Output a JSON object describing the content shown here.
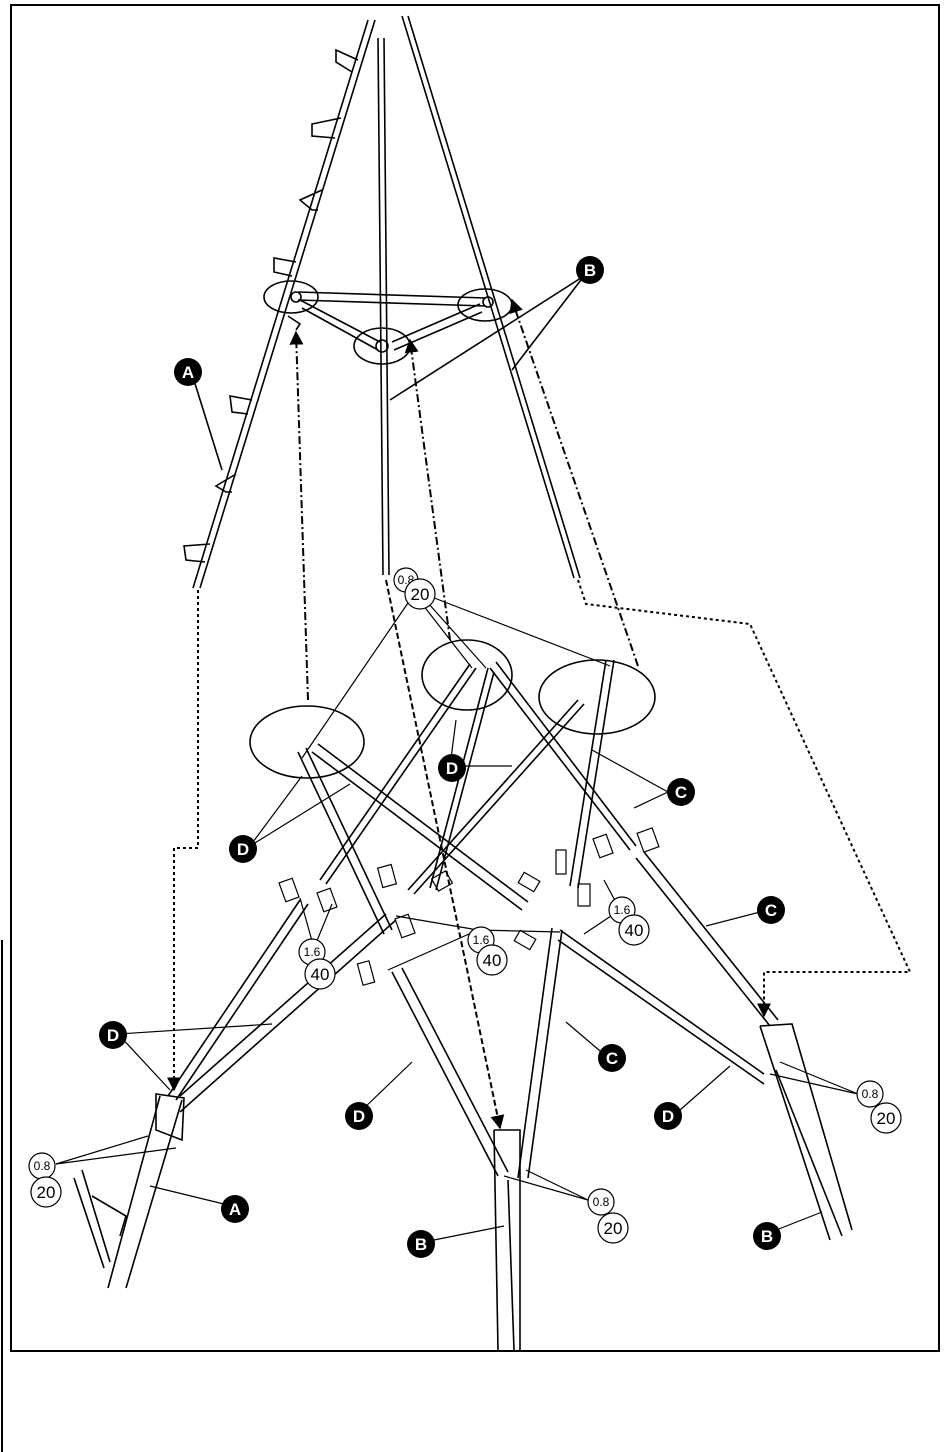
{
  "diagram": {
    "part_labels": {
      "A": "A",
      "B": "B",
      "C": "C",
      "D": "D"
    },
    "fastener_callouts": {
      "thickness_small": "0.8",
      "size_small": "20",
      "thickness_large": "1.6",
      "size_large": "40"
    }
  }
}
